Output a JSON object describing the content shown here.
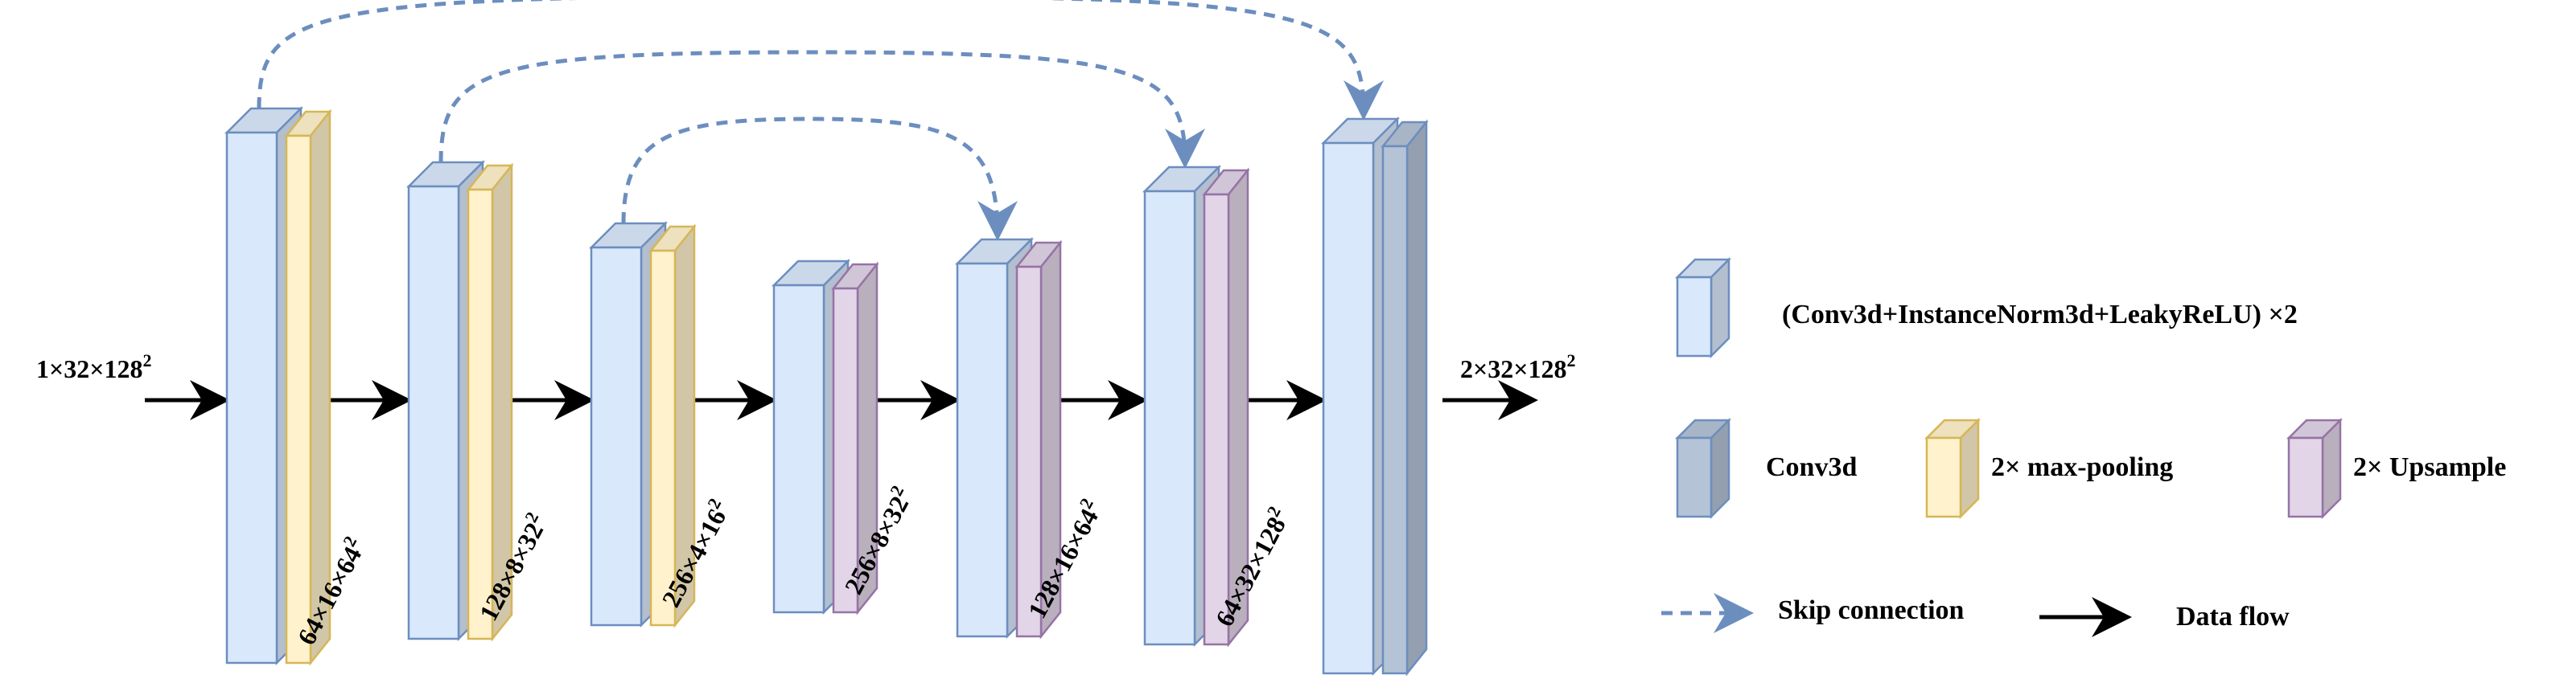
{
  "input_label": {
    "base": "1×32×128",
    "sup": "2"
  },
  "output_label": {
    "base": "2×32×128",
    "sup": "2"
  },
  "stages": [
    {
      "block": "conv",
      "op": "maxpool",
      "dim": {
        "base": "64×16×64",
        "sup": "2"
      }
    },
    {
      "block": "conv",
      "op": "maxpool",
      "dim": {
        "base": "128×8×32",
        "sup": "2"
      }
    },
    {
      "block": "conv",
      "op": "maxpool",
      "dim": {
        "base": "256×4×16",
        "sup": "2"
      }
    },
    {
      "block": "conv",
      "op": "upsample",
      "dim": {
        "base": "256×8×32",
        "sup": "2"
      }
    },
    {
      "block": "conv",
      "op": "upsample",
      "dim": {
        "base": "128×16×64",
        "sup": "2"
      }
    },
    {
      "block": "conv",
      "op": "upsample",
      "dim": {
        "base": "64×32×128",
        "sup": "2"
      }
    },
    {
      "block": "conv",
      "op": "conv3d",
      "dim": null
    }
  ],
  "skip_connections": [
    [
      0,
      6
    ],
    [
      1,
      5
    ],
    [
      2,
      4
    ]
  ],
  "legend": {
    "conv_block": "(Conv3d+InstanceNorm3d+LeakyReLU) ×2",
    "conv3d": "Conv3d",
    "maxpool": "2× max-pooling",
    "upsample": "2× Upsample",
    "skip": "Skip connection",
    "flow": "Data flow"
  },
  "colors": {
    "conv_fill": "#dae8fc",
    "conv_stroke": "#6c8ebf",
    "pool_fill": "#fff2cc",
    "pool_stroke": "#d6b656",
    "up_fill": "#e1d5e7",
    "up_stroke": "#9673a6",
    "conv3d_fill": "#b4c3d6",
    "conv3d_stroke": "#6c8ebf",
    "skip": "#6c8ebf",
    "flow": "#000000"
  }
}
